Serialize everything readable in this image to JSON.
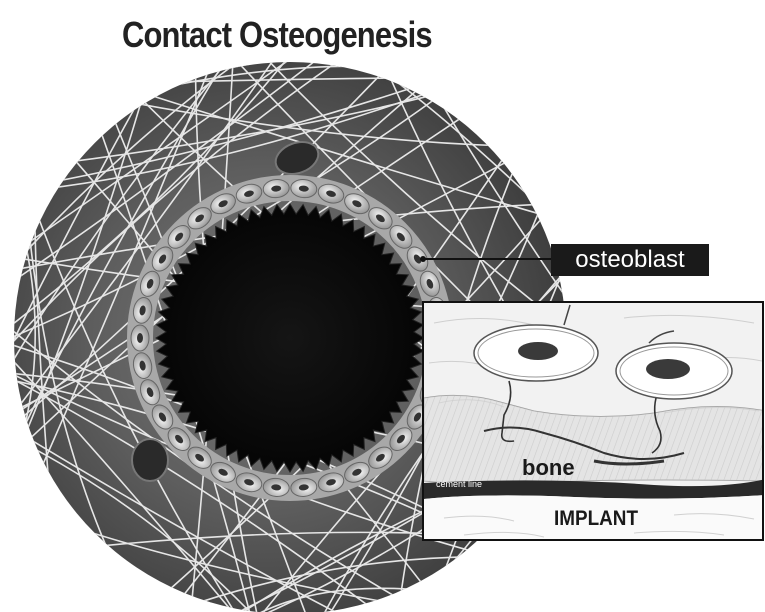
{
  "title": "Contact Osteogenesis",
  "labels": {
    "osteoblast": "osteoblast"
  },
  "inset": {
    "bone": "bone",
    "cement_line": "cement line",
    "implant": "IMPLANT"
  },
  "colors": {
    "disc": "#5a5a5a",
    "disc_edge": "#333333",
    "implant_core": "#0d0d0d",
    "fibers": "#e8e8e8",
    "label_bg": "#1a1a1a"
  }
}
